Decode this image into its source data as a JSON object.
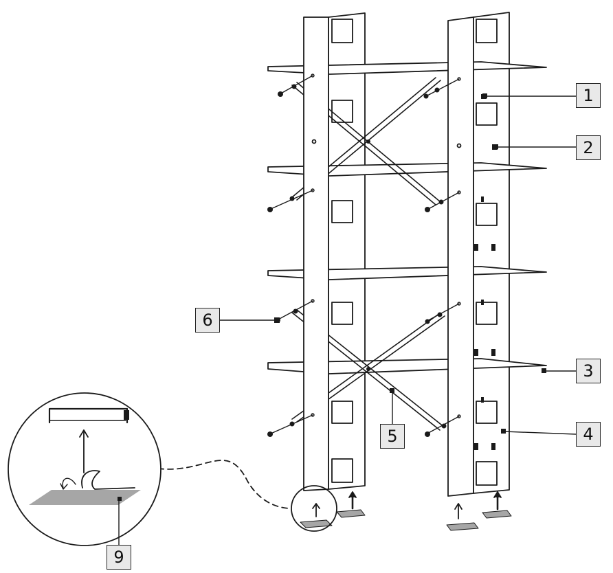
{
  "callouts": [
    {
      "label": "1"
    },
    {
      "label": "2"
    },
    {
      "label": "3"
    },
    {
      "label": "4"
    },
    {
      "label": "5"
    },
    {
      "label": "6"
    },
    {
      "label": "9"
    }
  ],
  "colors": {
    "line": "#1a1a1a",
    "callout_fill": "#e9e9e9",
    "pad_fill": "#a6a6a6"
  }
}
